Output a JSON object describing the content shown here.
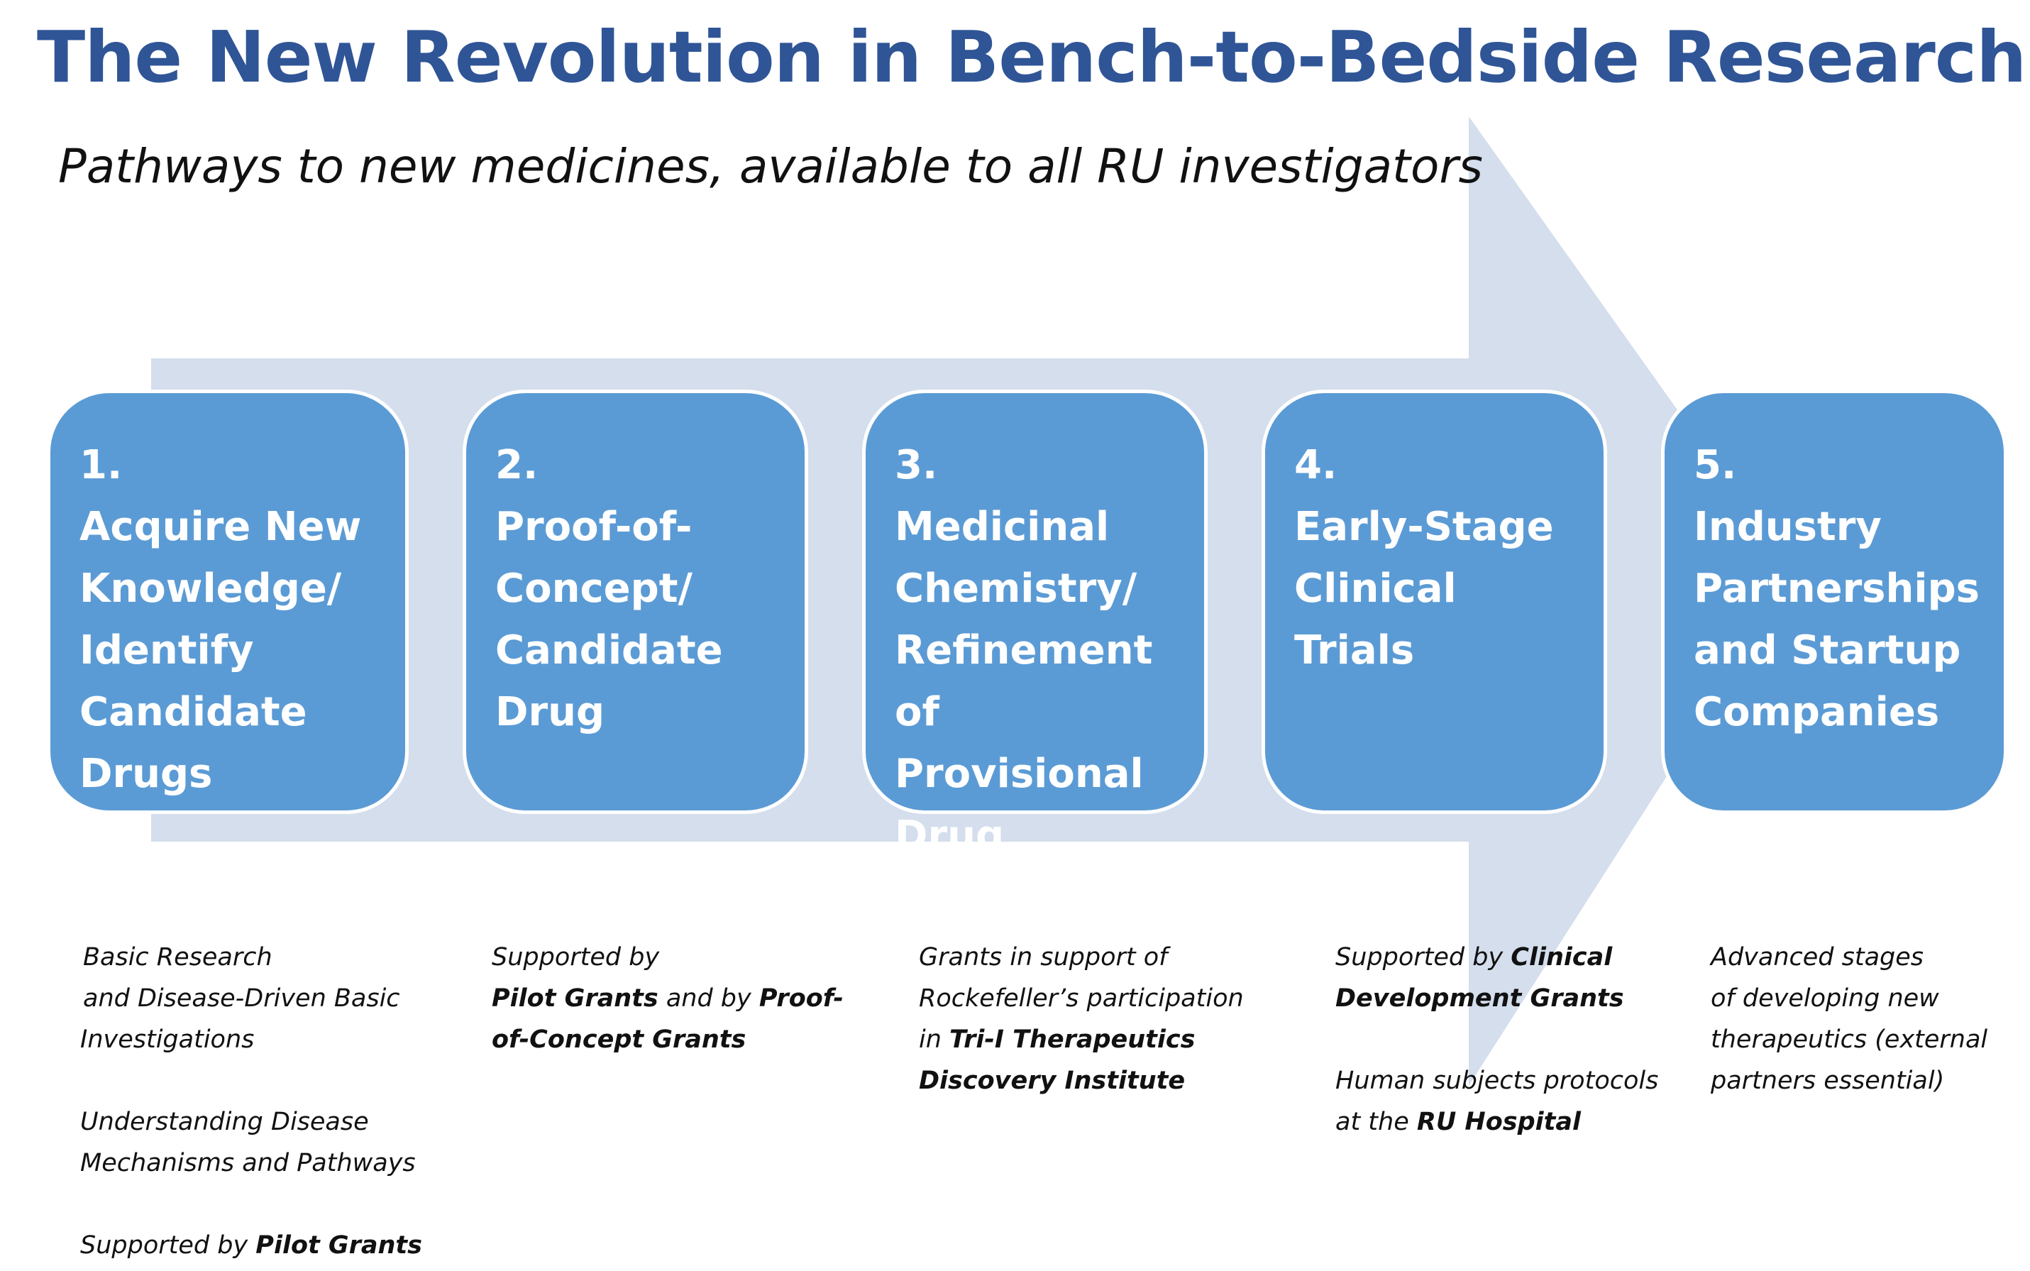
{
  "title": "The New Revolution in Bench-to-Bedside Research",
  "subtitle": "Pathways to new medicines, available to all RU investigators",
  "colors": {
    "title": "#2f5596",
    "box": "#5b9bd5",
    "arrow": "#d4deed",
    "text": "#111111"
  },
  "steps": [
    {
      "number": "1.",
      "label": "Acquire New\nKnowledge/\nIdentify\nCandidate\nDrugs"
    },
    {
      "number": "2.",
      "label": "Proof-of-\nConcept/\nCandidate\nDrug"
    },
    {
      "number": "3.",
      "label": "Medicinal\nChemistry/\nRefinement\nof Provisional\nDrug"
    },
    {
      "number": "4.",
      "label": "Early-Stage\nClinical Trials"
    },
    {
      "number": "5.",
      "label": "Industry\nPartnerships\nand Startup\nCompanies"
    }
  ],
  "descriptions": {
    "d1": {
      "l1": "Basic Research",
      "l2": "and Disease-Driven Basic",
      "l3": "Investigations",
      "l4": "Understanding Disease",
      "l5": "Mechanisms and Pathways",
      "l6a": "Supported by ",
      "l6b": "Pilot Grants"
    },
    "d2": {
      "l1": "Supported by",
      "l2a": "Pilot Grants",
      "l2b": " and by ",
      "l2c": "Proof-",
      "l3": "of-Concept Grants"
    },
    "d3": {
      "l1": "Grants in support of",
      "l2": "Rockefeller’s participation",
      "l3a": "in ",
      "l3b": "Tri-I Therapeutics",
      "l4": "Discovery Institute"
    },
    "d4": {
      "l1a": "Supported by ",
      "l1b": "Clinical",
      "l2": "Development Grants",
      "l3": "Human subjects protocols",
      "l4a": "at the ",
      "l4b": "RU Hospital"
    },
    "d5": {
      "l1": "Advanced stages",
      "l2": "of developing new",
      "l3": "therapeutics  (external",
      "l4": "partners essential)"
    }
  }
}
